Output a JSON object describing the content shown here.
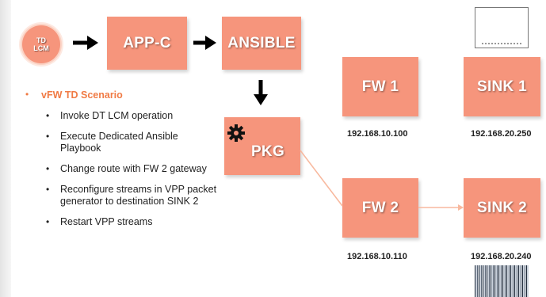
{
  "nodes": {
    "lcm": {
      "line1": "TD",
      "line2": "LCM"
    },
    "app_c": "APP-C",
    "ansible": "ANSIBLE",
    "pkg": "PKG",
    "fw1": "FW 1",
    "fw2": "FW 2",
    "sink1": "SINK 1",
    "sink2": "SINK 2"
  },
  "ips": {
    "fw1": "192.168.10.100",
    "fw2": "192.168.10.110",
    "sink1": "192.168.20.250",
    "sink2": "192.168.20.240"
  },
  "scenario": {
    "bullet": "•",
    "title": "vFW TD Scenario",
    "items": [
      "Invoke DT LCM operation",
      "Execute Dedicated Ansible Playbook",
      "Change route with FW 2 gateway",
      "Reconfigure streams in VPP packet generator to destination SINK 2",
      "Restart VPP streams"
    ]
  },
  "icons": {
    "pkg": "gear-icon",
    "flow": "arrow-right-icon"
  },
  "colors": {
    "box_fill": "#f6957c",
    "title_orange": "#f07b45",
    "connector": "#f8b99f",
    "arrow": "#000000"
  }
}
